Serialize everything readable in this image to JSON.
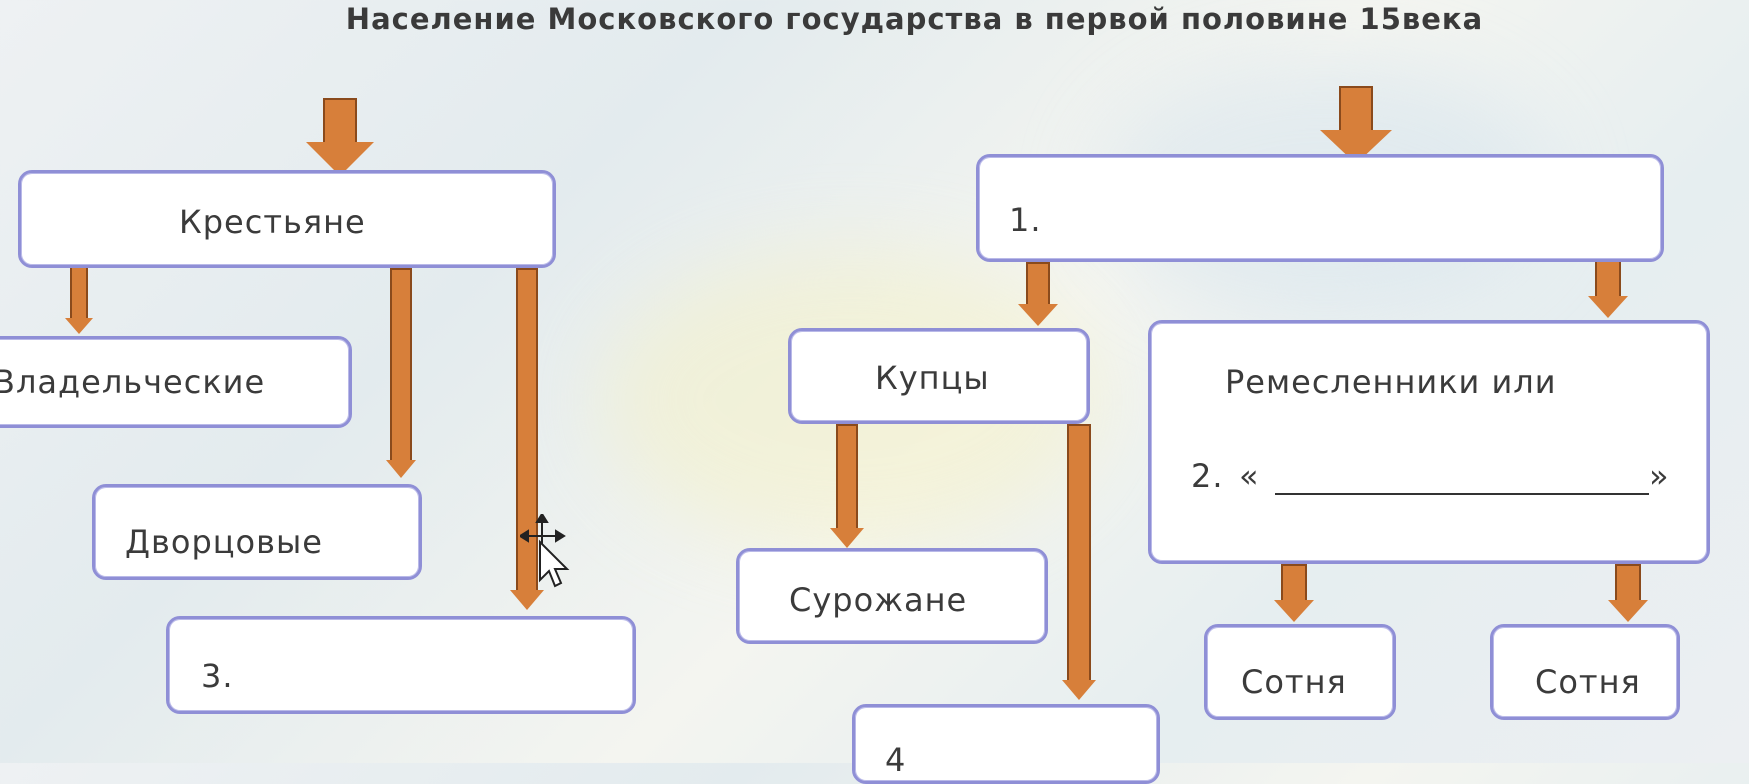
{
  "title": "Население Московского государства в первой половине 15века",
  "colors": {
    "box_border": "#8f8fd6",
    "arrow_fill": "#d77f3a",
    "arrow_stroke": "#8a4a1c",
    "text": "#3b3b3b"
  },
  "boxes": {
    "peasants": "Крестьяне",
    "owners": "Владельческие",
    "palace": "Дворцовые",
    "blank3": "3.",
    "blank1": "1.",
    "merchants": "Купцы",
    "artisans_line1": "Ремесленники или",
    "artisans_num": "2.",
    "artisans_open": "«",
    "artisans_close": "»",
    "surozhane": "Сурожане",
    "blank4": "4",
    "hundred_left": "Сотня",
    "hundred_right": "Сотня"
  }
}
